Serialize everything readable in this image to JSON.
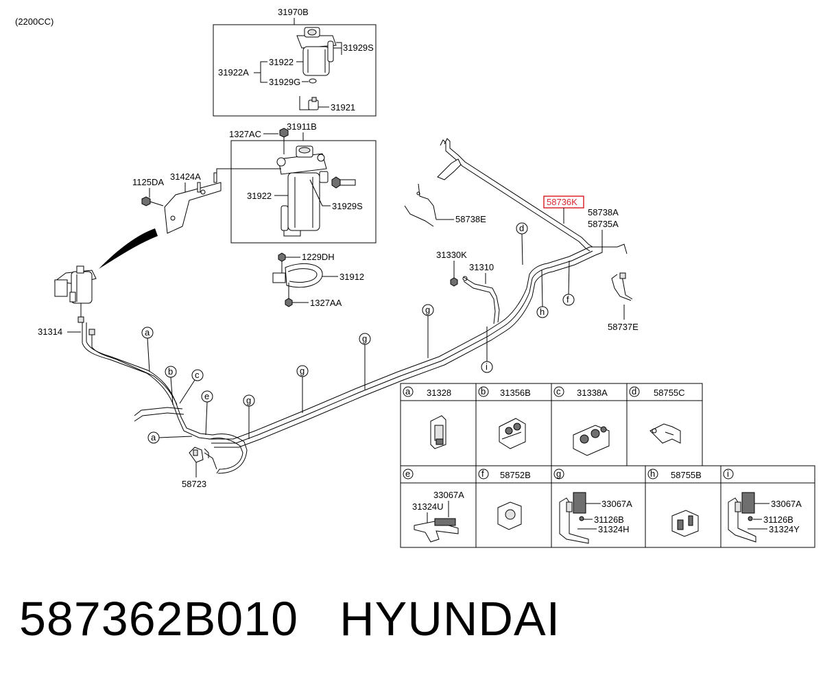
{
  "header": {
    "engine_note": "(2200CC)"
  },
  "callouts": {
    "p31970B": "31970B",
    "p31929S_top": "31929S",
    "p31922_top": "31922",
    "p31922A": "31922A",
    "p31929G": "31929G",
    "p31921": "31921",
    "p1327AC": "1327AC",
    "p31911B": "31911B",
    "p31922_mid": "31922",
    "p31929S_mid": "31929S",
    "p1125DA": "1125DA",
    "p31424A": "31424A",
    "p1229DH": "1229DH",
    "p31912": "31912",
    "p1327AA": "1327AA",
    "p31314": "31314",
    "p31330K": "31330K",
    "p31310": "31310",
    "p58738E": "58738E",
    "p58736K": "58736K",
    "p58738A": "58738A",
    "p58735A": "58735A",
    "p58737E": "58737E",
    "p58723": "58723"
  },
  "highlight": {
    "part": "58736K",
    "color": "#d9262c"
  },
  "clip_letters": {
    "a1": "a",
    "a2": "a",
    "b": "b",
    "c": "c",
    "e": "e",
    "g1": "g",
    "g2": "g",
    "g3": "g",
    "g4": "g",
    "d": "d",
    "h": "h",
    "f": "f",
    "i": "i"
  },
  "legend": {
    "row1": [
      {
        "letter": "a",
        "part": "31328"
      },
      {
        "letter": "b",
        "part": "31356B"
      },
      {
        "letter": "c",
        "part": "31338A"
      },
      {
        "letter": "d",
        "part": "58755C"
      }
    ],
    "row2": [
      {
        "letter": "e",
        "part": "",
        "subs": [
          "33067A",
          "31324U"
        ]
      },
      {
        "letter": "f",
        "part": "58752B",
        "subs": []
      },
      {
        "letter": "g",
        "part": "",
        "subs": [
          "33067A",
          "31126B",
          "31324H"
        ]
      },
      {
        "letter": "h",
        "part": "58755B",
        "subs": []
      },
      {
        "letter": "i",
        "part": "",
        "subs": [
          "33067A",
          "31126B",
          "31324Y"
        ]
      }
    ]
  },
  "footer": {
    "part_number": "587362B010",
    "brand": "HYUNDAI"
  }
}
